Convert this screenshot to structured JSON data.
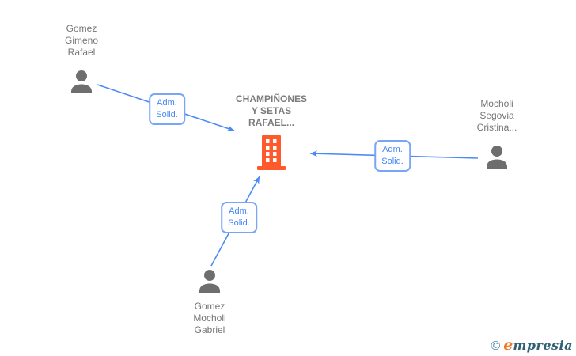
{
  "diagram": {
    "company": {
      "id": "champinones-y-setas-rafael",
      "name_lines": [
        "CHAMPIÑONES",
        "Y SETAS",
        "RAFAEL..."
      ]
    },
    "persons": [
      {
        "id": "gomez-gimeno-rafael",
        "name_lines": [
          "Gomez",
          "Gimeno",
          "Rafael"
        ]
      },
      {
        "id": "mocholi-segovia-cristina",
        "name_lines": [
          "Mocholi",
          "Segovia",
          "Cristina..."
        ]
      },
      {
        "id": "gomez-mocholi-gabriel",
        "name_lines": [
          "Gomez",
          "Mocholi",
          "Gabriel"
        ]
      }
    ],
    "edges": [
      {
        "from": "gomez-gimeno-rafael",
        "to": "champinones-y-setas-rafael",
        "label_lines": [
          "Adm.",
          "Solid."
        ]
      },
      {
        "from": "mocholi-segovia-cristina",
        "to": "champinones-y-setas-rafael",
        "label_lines": [
          "Adm.",
          "Solid."
        ]
      },
      {
        "from": "gomez-mocholi-gabriel",
        "to": "champinones-y-setas-rafael",
        "label_lines": [
          "Adm.",
          "Solid."
        ]
      }
    ],
    "colors": {
      "edge_blue": "#4a8af4",
      "edge_label_text": "#4285f4",
      "edge_label_border": "#77a6f7",
      "person_icon_gray": "#6e6e6e",
      "node_text_gray": "#757575",
      "company_icon_orange": "#ff5a2b",
      "logo_copyright_teal": "#4a8099",
      "logo_orange": "#f0751f",
      "logo_dark_teal": "#2f6173"
    },
    "footer": {
      "copyright": "©",
      "brand_first_letter": "e",
      "brand_rest": "mpresia"
    }
  }
}
